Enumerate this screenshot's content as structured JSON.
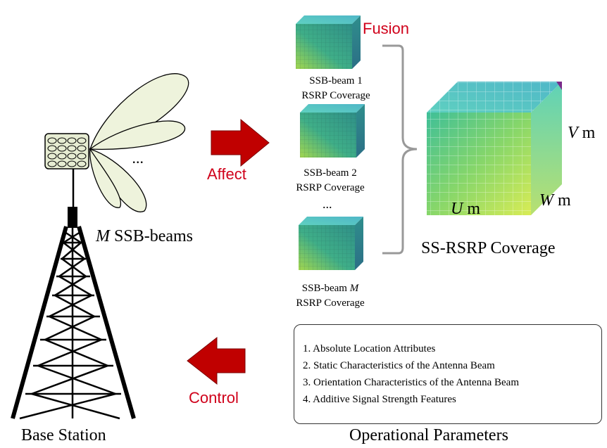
{
  "tower": {
    "label": "Base Station",
    "beams_prefix": "M",
    "beams_label": "SSB-beams",
    "ellipsis": "..."
  },
  "arrows": {
    "affect": "Affect",
    "control": "Control",
    "fusion": "Fusion"
  },
  "beam_coverages": [
    {
      "line1": "SSB-beam 1",
      "line2": "RSRP Coverage"
    },
    {
      "line1": "SSB-beam 2",
      "line2": "RSRP Coverage"
    },
    {
      "line1_prefix": "SSB-beam",
      "line1_var": "M",
      "line2": "RSRP Coverage"
    }
  ],
  "middle_ellipsis": "...",
  "coverage": {
    "label": "SS-RSRP Coverage",
    "dim_v": "V",
    "dim_u": "U",
    "dim_w": "W",
    "unit": "m"
  },
  "params": {
    "title": "Operational Parameters",
    "items": [
      "1. Absolute Location Attributes",
      "2. Static Characteristics of the Antenna Beam",
      "3. Orientation Characteristics of the Antenna Beam",
      "4. Additive Signal Strength Features"
    ]
  },
  "colors": {
    "arrow": "#c00000",
    "text_red": "#d0021b",
    "beam_fill": "#eef3dc",
    "antenna_panel": "#e6ecd2"
  }
}
